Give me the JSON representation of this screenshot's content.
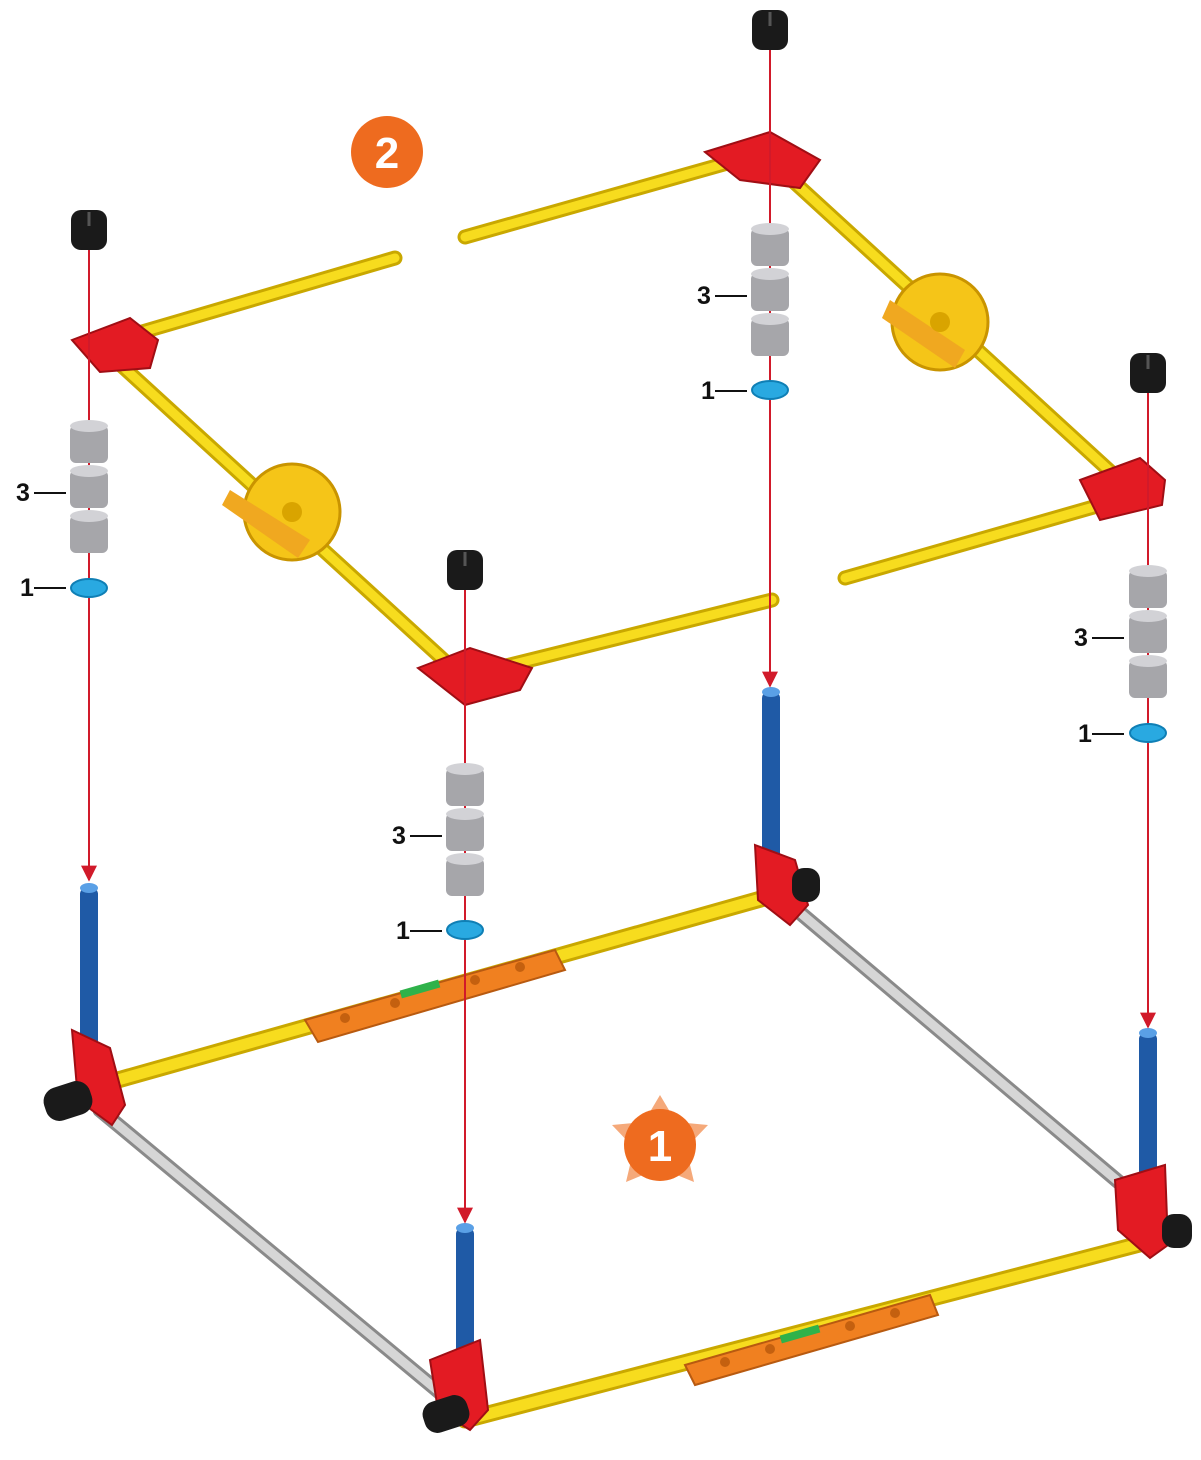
{
  "steps": {
    "step1_number": "1",
    "step2_number": "2"
  },
  "callouts": {
    "spacer_count": "3",
    "washer_count": "1"
  },
  "colors": {
    "rod_yellow": "#f7dc1e",
    "connector_red": "#e31b23",
    "rod_blue": "#1f5aa6",
    "rod_gray": "#c8c8c8",
    "spacer_gray": "#a6a6aa",
    "washer_cyan": "#29a9e1",
    "cap_black": "#1a1a1a",
    "arrow_red": "#d11a2a",
    "badge_orange": "#ee6b1f",
    "star_peach": "#f5a97a",
    "part_orange": "#f08020"
  }
}
